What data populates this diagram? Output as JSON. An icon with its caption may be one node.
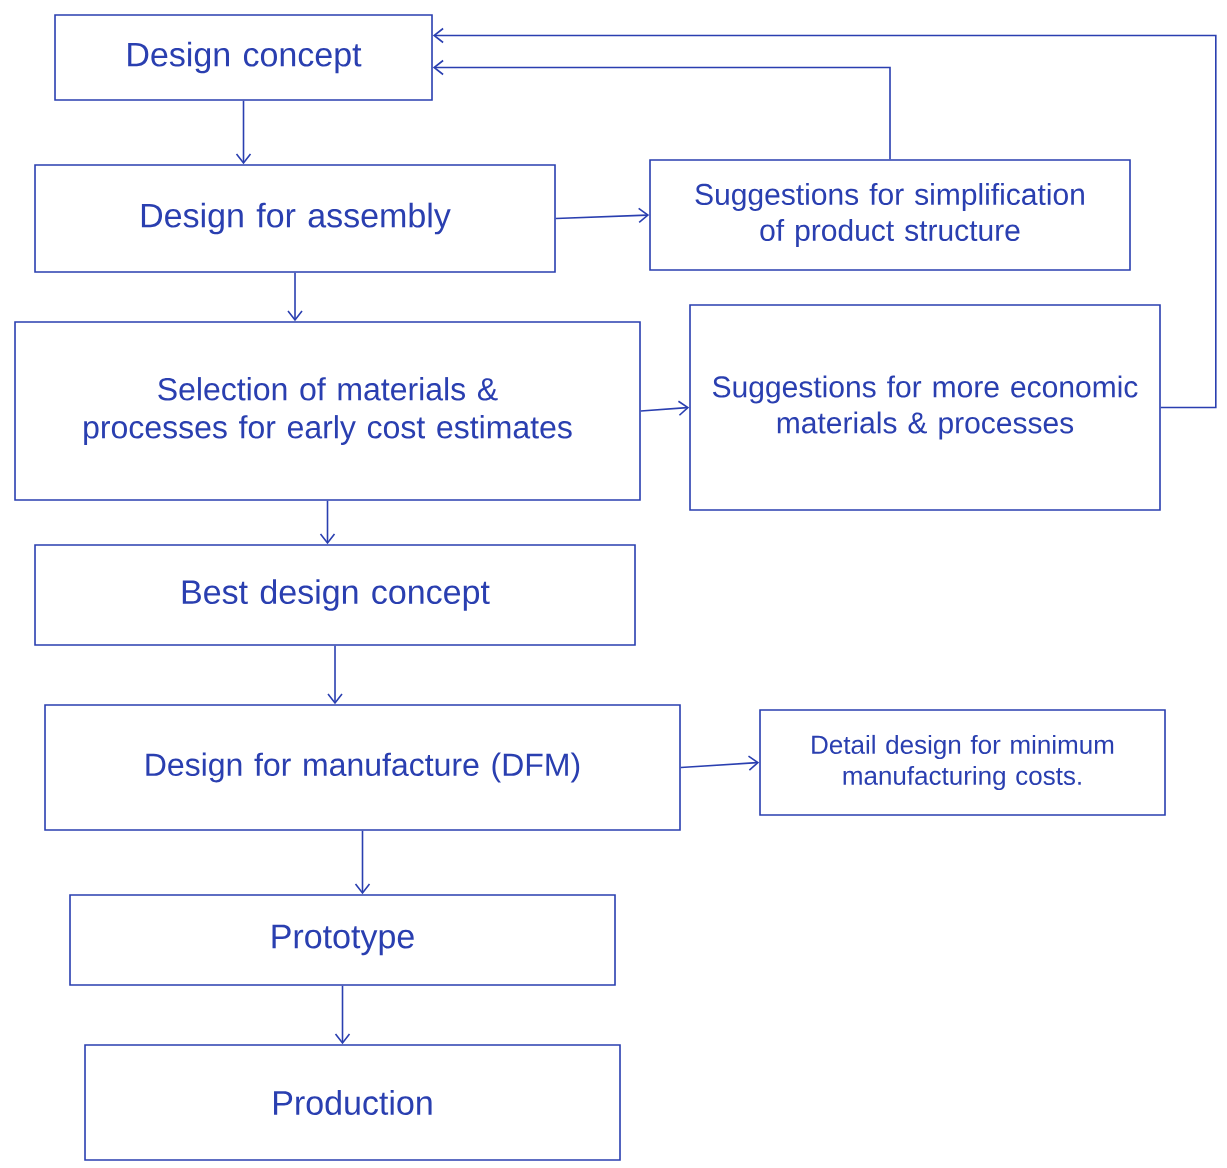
{
  "diagram": {
    "nodes": [
      {
        "text": [
          "Design concept"
        ]
      },
      {
        "text": [
          "Design for assembly"
        ]
      },
      {
        "text": [
          "Suggestions for simplification of product structure"
        ]
      },
      {
        "text": [
          "Selection of materials & processes for early cost estimates"
        ]
      },
      {
        "text": [
          "Suggestions for more economic materials & processes"
        ]
      },
      {
        "text": [
          "Best design concept"
        ]
      },
      {
        "text": [
          "Design for manufacture (DFM)"
        ]
      },
      {
        "text": [
          "Detail design for minimum manufacturing costs."
        ]
      },
      {
        "text": [
          "Prototype"
        ]
      },
      {
        "text": [
          "Production"
        ]
      }
    ],
    "edges": [
      {
        "from": 0,
        "to": 1,
        "arrow": "to"
      },
      {
        "from": 1,
        "to": 2,
        "arrow": "to"
      },
      {
        "from": 2,
        "to": 0,
        "arrow": "to"
      },
      {
        "from": 1,
        "to": 3,
        "arrow": "to"
      },
      {
        "from": 3,
        "to": 4,
        "arrow": "to"
      },
      {
        "from": 4,
        "to": 0,
        "arrow": "to"
      },
      {
        "from": 3,
        "to": 5,
        "arrow": "to"
      },
      {
        "from": 5,
        "to": 6,
        "arrow": "to"
      },
      {
        "from": 6,
        "to": 7,
        "arrow": "to"
      },
      {
        "from": 6,
        "to": 8,
        "arrow": "to"
      },
      {
        "from": 8,
        "to": 9,
        "arrow": "to"
      }
    ]
  }
}
